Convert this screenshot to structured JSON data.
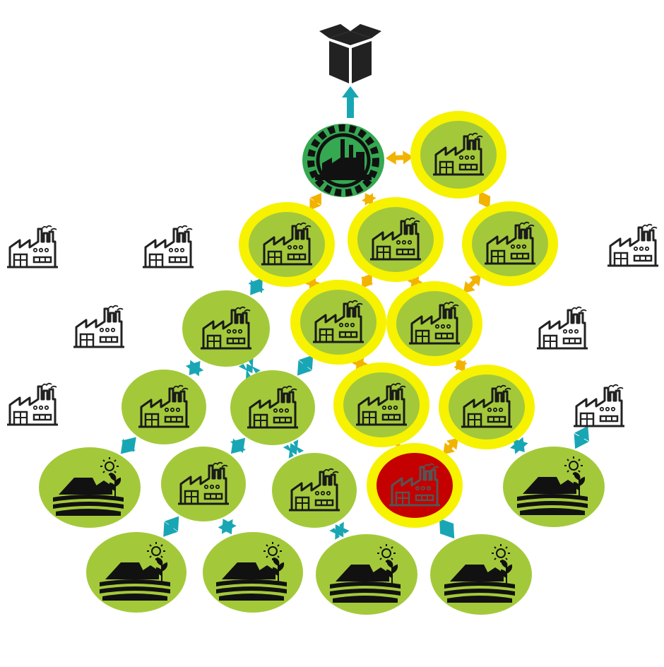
{
  "colors": {
    "node_fill": "#a3c93a",
    "highlight_ring": "#f7f200",
    "final_assembler_fill": "#35a852",
    "disrupted_fill": "#c40000",
    "icon_dark": "#1a1a1a",
    "icon_fill_on_node": "#a3c93a",
    "arrow_upstream": "#19a6b4",
    "arrow_highlighted": "#f2b200",
    "output_arrow": "#19a6b4",
    "product_box": "#222222",
    "outline_factory": "#222222"
  },
  "legend_icons": {
    "product": "product-box-icon",
    "final_assembler": "factory-gear-icon",
    "supplier": "factory-icon",
    "raw_material": "farm-icon",
    "disrupted": "factory-icon"
  },
  "nodes": [
    {
      "id": "final",
      "kind": "final",
      "state": "final"
    },
    {
      "id": "t1r",
      "kind": "factory",
      "state": "highlighted"
    },
    {
      "id": "t2a",
      "kind": "factory",
      "state": "highlighted"
    },
    {
      "id": "t2b",
      "kind": "factory",
      "state": "highlighted"
    },
    {
      "id": "t2c",
      "kind": "factory",
      "state": "highlighted"
    },
    {
      "id": "t3a",
      "kind": "factory",
      "state": "normal"
    },
    {
      "id": "t3b",
      "kind": "factory",
      "state": "highlighted"
    },
    {
      "id": "t3c",
      "kind": "factory",
      "state": "highlighted"
    },
    {
      "id": "t4a",
      "kind": "factory",
      "state": "normal"
    },
    {
      "id": "t4b",
      "kind": "factory",
      "state": "normal"
    },
    {
      "id": "t4c",
      "kind": "factory",
      "state": "highlighted"
    },
    {
      "id": "t4d",
      "kind": "factory",
      "state": "highlighted"
    },
    {
      "id": "f5a",
      "kind": "farm",
      "state": "normal"
    },
    {
      "id": "t5b",
      "kind": "factory",
      "state": "normal"
    },
    {
      "id": "t5c",
      "kind": "factory",
      "state": "normal"
    },
    {
      "id": "t5d",
      "kind": "factory",
      "state": "disrupted"
    },
    {
      "id": "f5e",
      "kind": "farm",
      "state": "normal"
    },
    {
      "id": "f6a",
      "kind": "farm",
      "state": "normal"
    },
    {
      "id": "f6b",
      "kind": "farm",
      "state": "normal"
    },
    {
      "id": "f6c",
      "kind": "farm",
      "state": "normal"
    },
    {
      "id": "f6d",
      "kind": "farm",
      "state": "normal"
    }
  ],
  "outside_suppliers": [
    "o1",
    "o2",
    "o3",
    "o4",
    "o5",
    "o6",
    "o7"
  ],
  "links": [
    {
      "from": "final",
      "to": "t1r",
      "style": "highlighted"
    },
    {
      "from": "final",
      "to": "t2a",
      "style": "highlighted"
    },
    {
      "from": "final",
      "to": "t2b",
      "style": "highlighted"
    },
    {
      "from": "t1r",
      "to": "t2c",
      "style": "highlighted"
    },
    {
      "from": "t2a",
      "to": "t3b",
      "style": "highlighted"
    },
    {
      "from": "t2b",
      "to": "t3b",
      "style": "highlighted"
    },
    {
      "from": "t2b",
      "to": "t3c",
      "style": "highlighted"
    },
    {
      "from": "t2c",
      "to": "t3c",
      "style": "highlighted"
    },
    {
      "from": "t3b",
      "to": "t4c",
      "style": "highlighted"
    },
    {
      "from": "t3c",
      "to": "t4d",
      "style": "highlighted"
    },
    {
      "from": "t4c",
      "to": "t5d",
      "style": "highlighted"
    },
    {
      "from": "t4d",
      "to": "t5d",
      "style": "highlighted"
    },
    {
      "from": "t2a",
      "to": "t3a",
      "style": "upstream"
    },
    {
      "from": "t3a",
      "to": "t4a",
      "style": "upstream"
    },
    {
      "from": "t3a",
      "to": "t4b",
      "style": "upstream"
    },
    {
      "from": "t3b",
      "to": "t4b",
      "style": "upstream"
    },
    {
      "from": "t4a",
      "to": "f5a",
      "style": "upstream"
    },
    {
      "from": "t4b",
      "to": "t5b",
      "style": "upstream"
    },
    {
      "from": "t4b",
      "to": "t5c",
      "style": "upstream"
    },
    {
      "from": "t4d",
      "to": "f5e",
      "style": "upstream"
    },
    {
      "from": "t5b",
      "to": "f6a",
      "style": "upstream"
    },
    {
      "from": "t5b",
      "to": "f6b",
      "style": "upstream"
    },
    {
      "from": "t5c",
      "to": "f6c",
      "style": "upstream"
    },
    {
      "from": "t5d",
      "to": "f6d",
      "style": "upstream"
    },
    {
      "from": "f5e",
      "to": "o7",
      "style": "upstream"
    }
  ]
}
